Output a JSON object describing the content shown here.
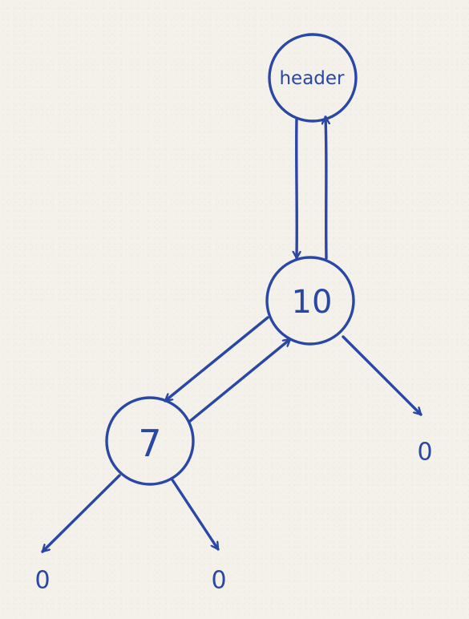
{
  "colors": {
    "ink": "#2b47a6",
    "paper": "#f3f1ea"
  },
  "nodes": {
    "header": {
      "label": "header"
    },
    "root": {
      "label": "10"
    },
    "left": {
      "label": "7"
    }
  },
  "null_leaves": {
    "root_right": "0",
    "left_left": "0",
    "left_right": "0"
  }
}
